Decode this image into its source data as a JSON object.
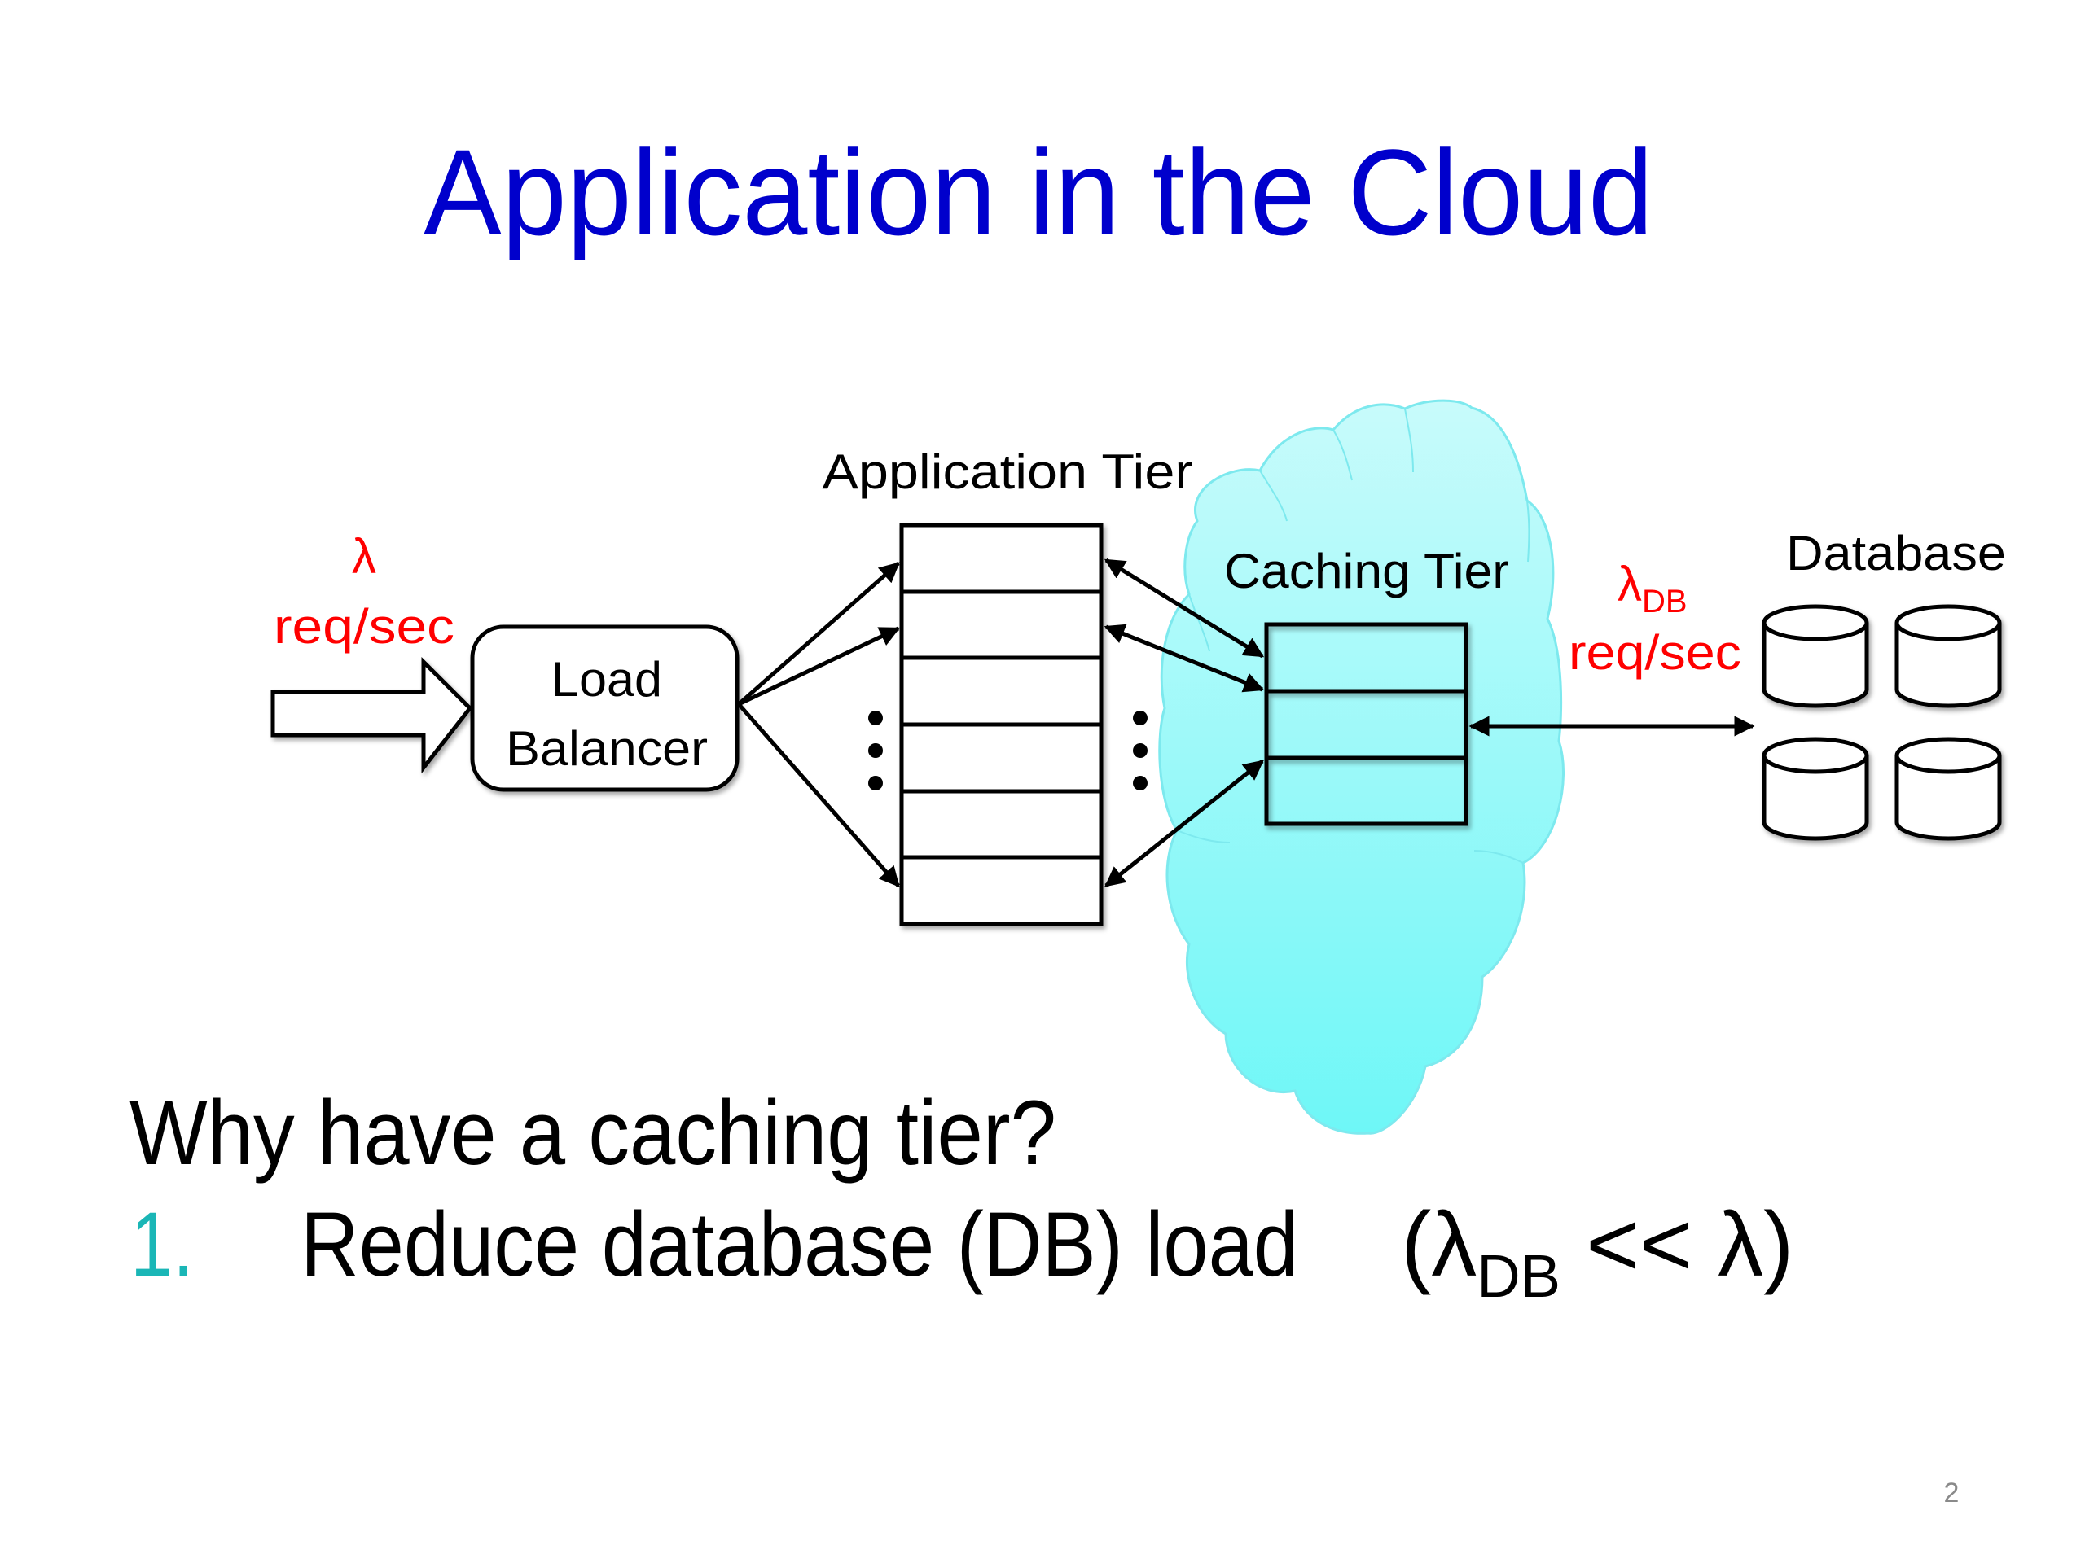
{
  "slide": {
    "title": "Application in the Cloud",
    "page_number": "2"
  },
  "diagram": {
    "incoming_rate": {
      "symbol": "λ",
      "unit": "req/sec"
    },
    "load_balancer": {
      "line1": "Load",
      "line2": "Balancer"
    },
    "application_tier": {
      "label": "Application Tier",
      "server_rows": 6
    },
    "caching_tier": {
      "label": "Caching Tier",
      "cache_rows": 3
    },
    "db_rate": {
      "symbol": "λ",
      "subscript": "DB",
      "unit": "req/sec"
    },
    "database": {
      "label": "Database",
      "node_count": 4
    },
    "ellipsis": "⋮",
    "colors": {
      "title": "#0000cc",
      "rate_label": "#ff0000",
      "cloud_fill_top": "#c8fbfb",
      "cloud_fill_bottom": "#6ef7f7",
      "cloud_stroke": "#7de9ee",
      "list_number": "#1ab6b6"
    }
  },
  "content": {
    "question": "Why have a caching tier?",
    "items": [
      {
        "number": "1.",
        "text": "Reduce database (DB) load",
        "formula": {
          "open": "(λ",
          "subscript": "DB",
          "rest": " << λ)"
        }
      }
    ]
  }
}
